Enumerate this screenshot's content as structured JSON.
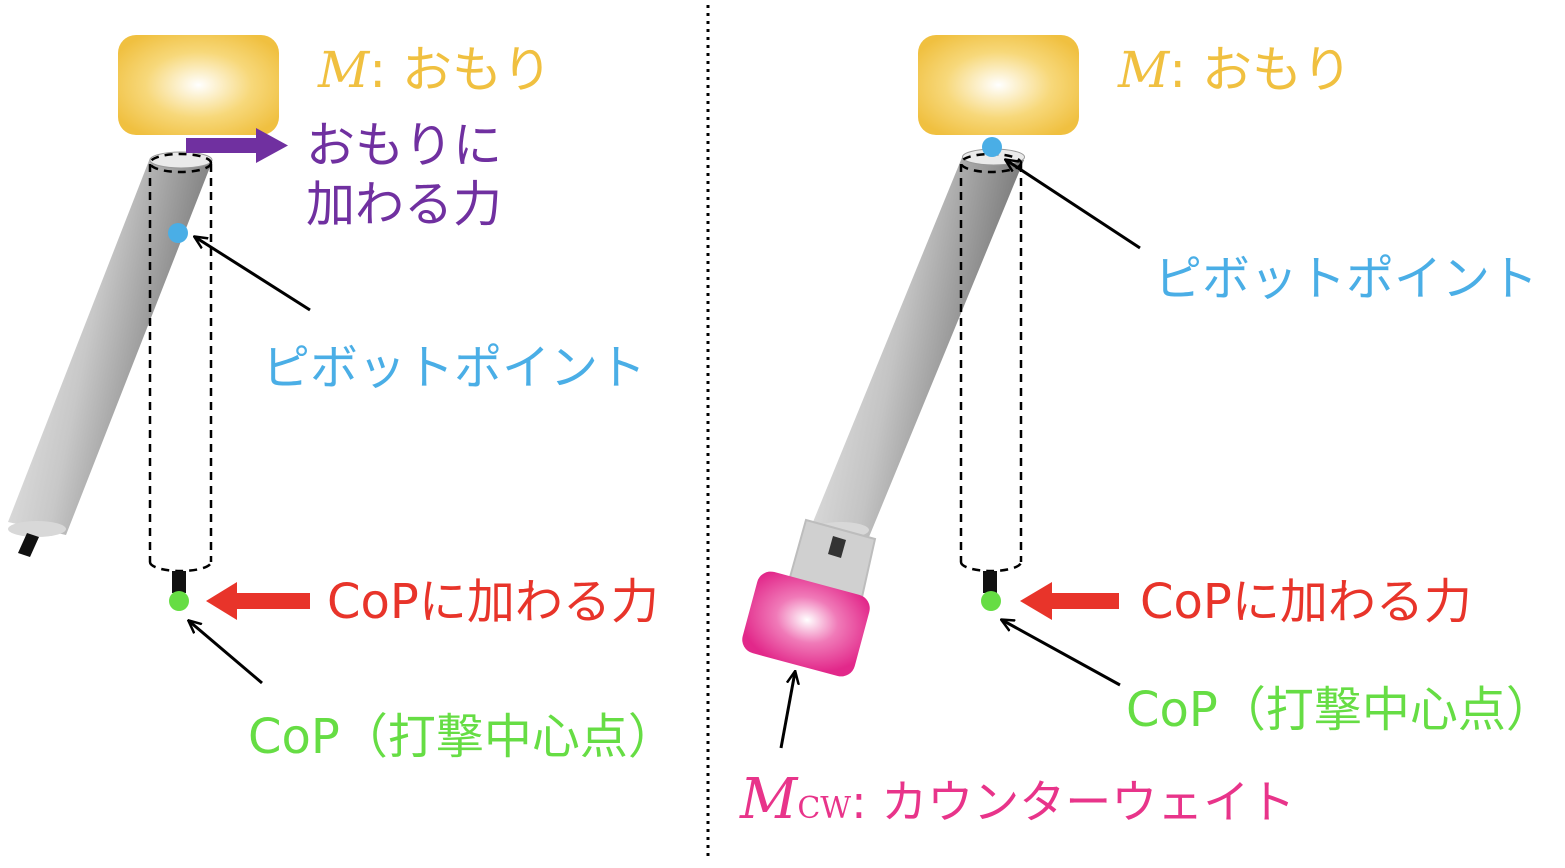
{
  "colors": {
    "weight": "#f0c040",
    "purple": "#7030a0",
    "blue": "#4aaee6",
    "green": "#66dd44",
    "red": "#e8342a",
    "pink": "#e8348a",
    "rod": "#b0b0b0"
  },
  "left": {
    "weight_symbol": "M",
    "weight_label": ": おもり",
    "force_on_weight_line1": "おもりに",
    "force_on_weight_line2": "加わる力",
    "pivot_label": "ピボットポイント",
    "cop_force_label": "CoPに加わる力",
    "cop_label": "CoP（打撃中心点）"
  },
  "right": {
    "weight_symbol": "M",
    "weight_label": ": おもり",
    "pivot_label": "ピボットポイント",
    "cop_force_label": "CoPに加わる力",
    "cop_label": "CoP（打撃中心点）",
    "counterweight_symbol": "M",
    "counterweight_subscript": "CW",
    "counterweight_label": ": カウンターウェイト"
  }
}
